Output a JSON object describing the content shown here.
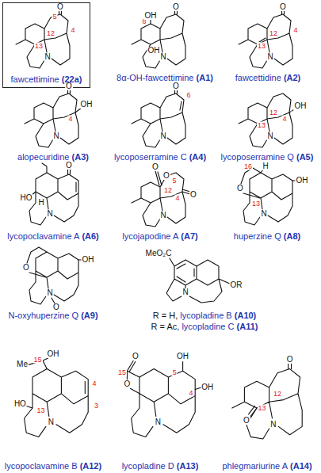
{
  "diagram": {
    "nodes": [
      {
        "text": [
          "fawcettimine",
          "(22a)"
        ]
      }
    ],
    "labels": [
      "O",
      "5",
      "4",
      "12",
      "13",
      "N",
      "8",
      "OH",
      "O",
      "OH",
      "N",
      "8α-OH-fawcettimine",
      "(A1)",
      "O",
      "12",
      "4",
      "13",
      "N",
      "fawcettidine",
      "(A2)",
      "O",
      "OH",
      "4",
      "N",
      "alopecuridine",
      "(A3)",
      "6",
      "O",
      "N",
      "lycoposerramine C",
      "(A4)",
      "OH",
      "4",
      "12",
      "13",
      "N",
      "lycoposerramine Q",
      "(A5)",
      "H",
      "HO",
      "O",
      "N",
      "lycopoclavamine A",
      "(A6)",
      "O",
      "5",
      "O",
      "12",
      "4",
      "O",
      "N",
      "lycojapodine A",
      "(A7)",
      "16",
      "H",
      "O",
      "13",
      "OH",
      "N",
      "huperzine Q",
      "(A8)",
      "OH",
      "O",
      "N",
      "O",
      "N-oxyhuperzine Q",
      "(A9)",
      "MeO₂C",
      "OR",
      "N",
      "R = H,",
      "lycopladine B",
      "(A10)",
      "R = Ac,",
      "lycopladine C",
      "(A11)",
      "OH",
      "15",
      "Me",
      "HO",
      "13",
      "N",
      "4",
      "3",
      "lycopoclavamine B",
      "(A12)",
      "15",
      "O",
      "O",
      "OH",
      "5",
      "OH",
      "4",
      "N",
      "lycopladine D",
      "(A13)",
      "O",
      "12",
      "O",
      "13",
      "N",
      "phlegmariurine A",
      "(A14)"
    ]
  }
}
